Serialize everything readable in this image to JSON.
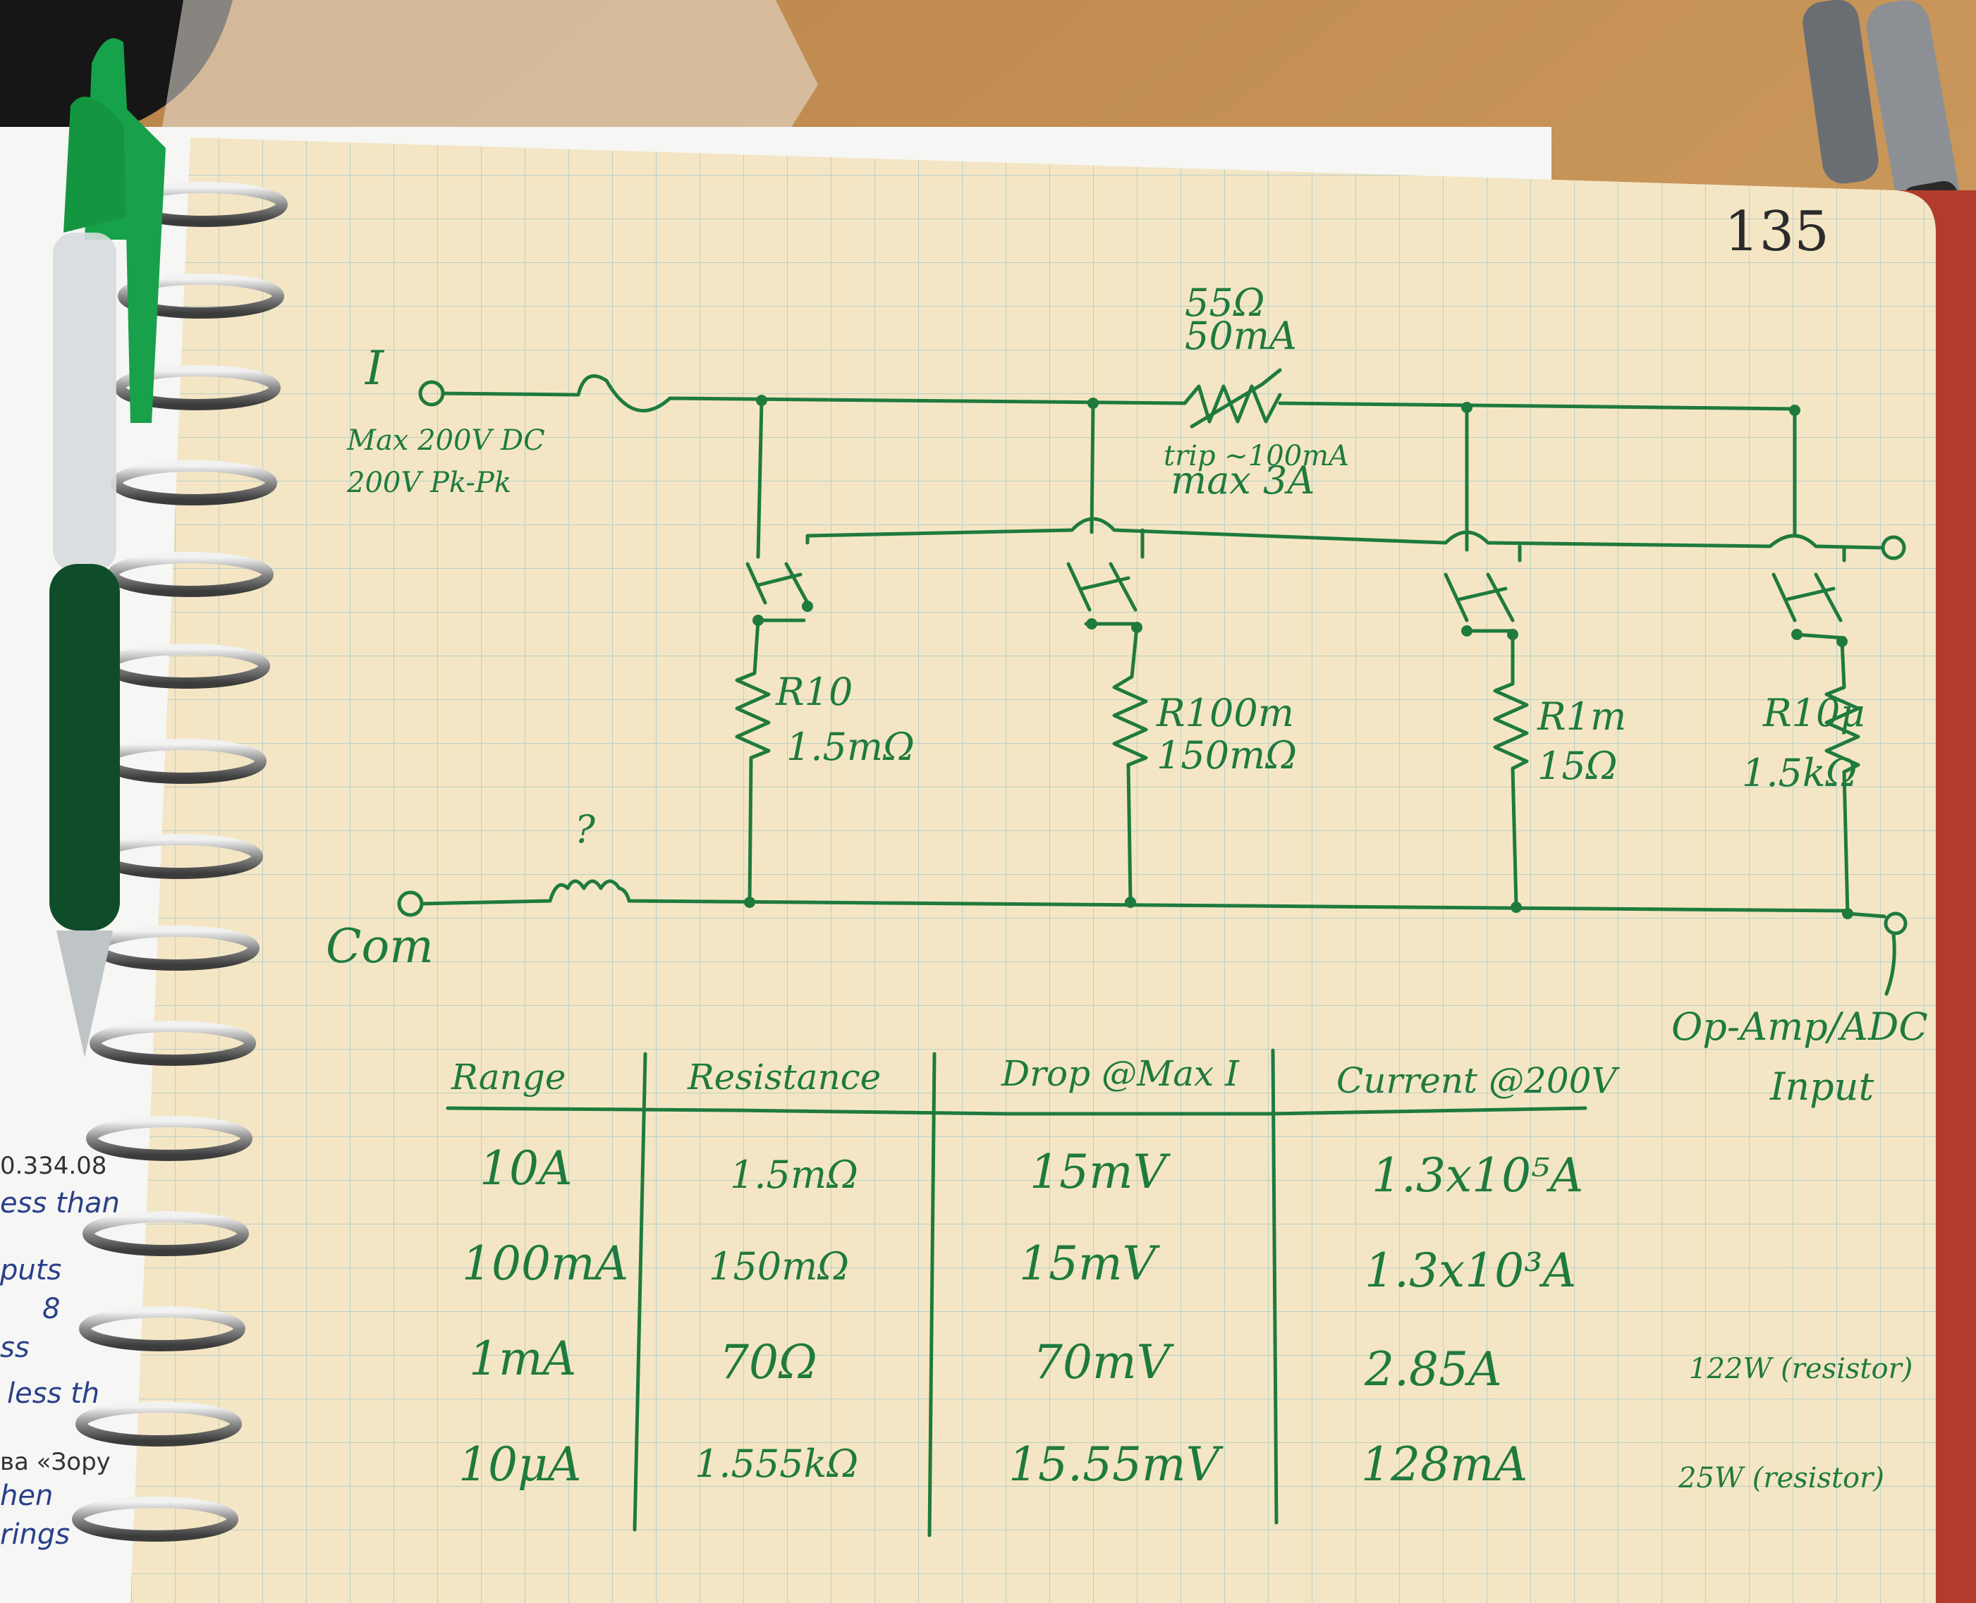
{
  "page_number": "135",
  "input_terminal": {
    "label": "I",
    "notes": [
      "Max 200V DC",
      "200V Pk-Pk"
    ]
  },
  "common_terminal": {
    "label": "Com",
    "inductor_note": "?"
  },
  "ptc": {
    "top": [
      "55Ω",
      "50mA"
    ],
    "bottom": [
      "trip ~100mA",
      "max 3A"
    ]
  },
  "resistors": [
    {
      "name": "R10",
      "value": "1.5mΩ"
    },
    {
      "name": "R100m",
      "value": "150mΩ"
    },
    {
      "name": "R1m",
      "value": "15Ω"
    },
    {
      "name": "R10μ",
      "value": "1.5kΩ"
    }
  ],
  "output_label": [
    "Op-Amp/ADC",
    "Input"
  ],
  "table": {
    "headers": [
      "Range",
      "Resistance",
      "Drop @Max I",
      "Current @200V"
    ],
    "rows": [
      {
        "range": "10A",
        "resistance": "1.5mΩ",
        "drop": "15mV",
        "current": "1.3x10⁵A",
        "note": ""
      },
      {
        "range": "100mA",
        "resistance": "150mΩ",
        "drop": "15mV",
        "current": "1.3x10³A",
        "note": ""
      },
      {
        "range": "1mA",
        "resistance": "70Ω",
        "drop": "70mV",
        "current": "2.85A",
        "note": "122W (resistor)"
      },
      {
        "range": "10μA",
        "resistance": "1.555kΩ",
        "drop": "15.55mV",
        "current": "128mA",
        "note": "25W (resistor)"
      }
    ]
  },
  "background_page_text": [
    "0.334.08",
    "ess than",
    "puts",
    "8",
    "ss",
    "less th",
    "ва «Зору",
    "hen",
    "rings"
  ],
  "colors": {
    "ink": "#1f7a3e",
    "paper": "#f4e6c4",
    "grid": "#b9cfc7",
    "desk": "#c9955a",
    "notebook_cover": "#b23b2c"
  }
}
